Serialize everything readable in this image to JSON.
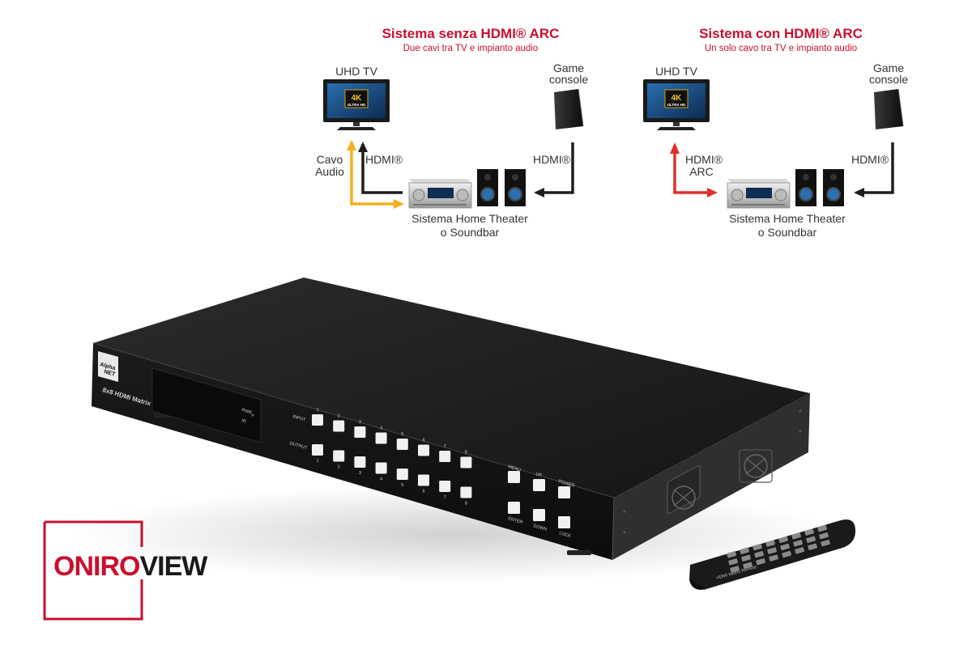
{
  "colors": {
    "accent": "#c8102e",
    "arrow_dark": "#1e1e1e",
    "arrow_yellow": "#f2b01e",
    "arrow_red": "#e0302a",
    "label": "#333333"
  },
  "diagrams": {
    "left": {
      "title": "Sistema senza HDMI® ARC",
      "subtitle": "Due cavi tra TV e impianto audio",
      "tv_label": "UHD TV",
      "console_label_1": "Game",
      "console_label_2": "console",
      "cable_label_1": "Cavo",
      "cable_label_2": "Audio",
      "hdmi_tv_label": "HDMI®",
      "hdmi_console_label": "HDMI®",
      "ht_label_1": "Sistema Home Theater",
      "ht_label_2": "o Soundbar",
      "tv_badge_1": "4K",
      "tv_badge_2": "ULTRA HD"
    },
    "right": {
      "title": "Sistema con HDMI® ARC",
      "subtitle": "Un solo cavo tra TV e impianto audio",
      "tv_label": "UHD TV",
      "console_label_1": "Game",
      "console_label_2": "console",
      "arc_label_1": "HDMI®",
      "arc_label_2": "ARC",
      "hdmi_console_label": "HDMI®",
      "ht_label_1": "Sistema Home Theater",
      "ht_label_2": "o Soundbar",
      "tv_badge_1": "4K",
      "tv_badge_2": "ULTRA HD"
    }
  },
  "device": {
    "brand_1": "Alpha",
    "brand_2": "NET",
    "model": "8x8 HDMI Matrix",
    "pwr_label": "PWR",
    "ir_label": "IR",
    "input_label": "INPUT",
    "output_label": "OUTPUT",
    "port_numbers": [
      "1",
      "2",
      "3",
      "4",
      "5",
      "6",
      "7",
      "8"
    ],
    "menu_label": "MENU",
    "up_label": "UP",
    "power_label": "POWER",
    "enter_label": "ENTER",
    "down_label": "DOWN",
    "lock_label": "LOCK"
  },
  "remote": {
    "label": "HDMI Matrix Remote"
  },
  "logo": {
    "text_1": "ONIRO",
    "text_2": "VIEW",
    "color_1": "#c8102e",
    "color_2": "#1a1a1a"
  }
}
